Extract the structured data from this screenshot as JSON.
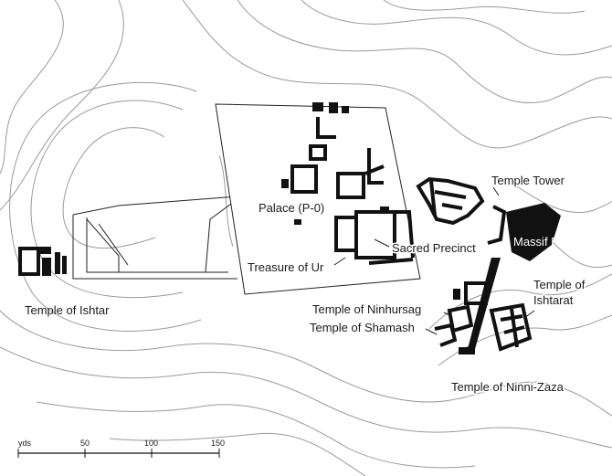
{
  "labels": {
    "temple_of_ishtar": "Temple of Ishtar",
    "palace": "Palace (P-0)",
    "sacred_precinct": "Sacred Precinct",
    "treasure_of_ur": "Treasure of Ur",
    "temple_tower": "Temple Tower",
    "massif_rouge": "Massif Rouge",
    "temple_of_ishtarat_line1": "Temple of",
    "temple_of_ishtarat_line2": "Ishtarat",
    "temple_of_ninhursag": "Temple of Ninhursag",
    "temple_of_shamash": "Temple of Shamash",
    "temple_of_ninni_zaza": "Temple of Ninni-Zaza"
  },
  "scale_bar": {
    "unit": "yds",
    "ticks": [
      "50",
      "100",
      "150"
    ]
  },
  "colors": {
    "buildings": "#111111",
    "contours": "#9a9a9a",
    "massif_rouge_fill": "#2a2a2a"
  }
}
